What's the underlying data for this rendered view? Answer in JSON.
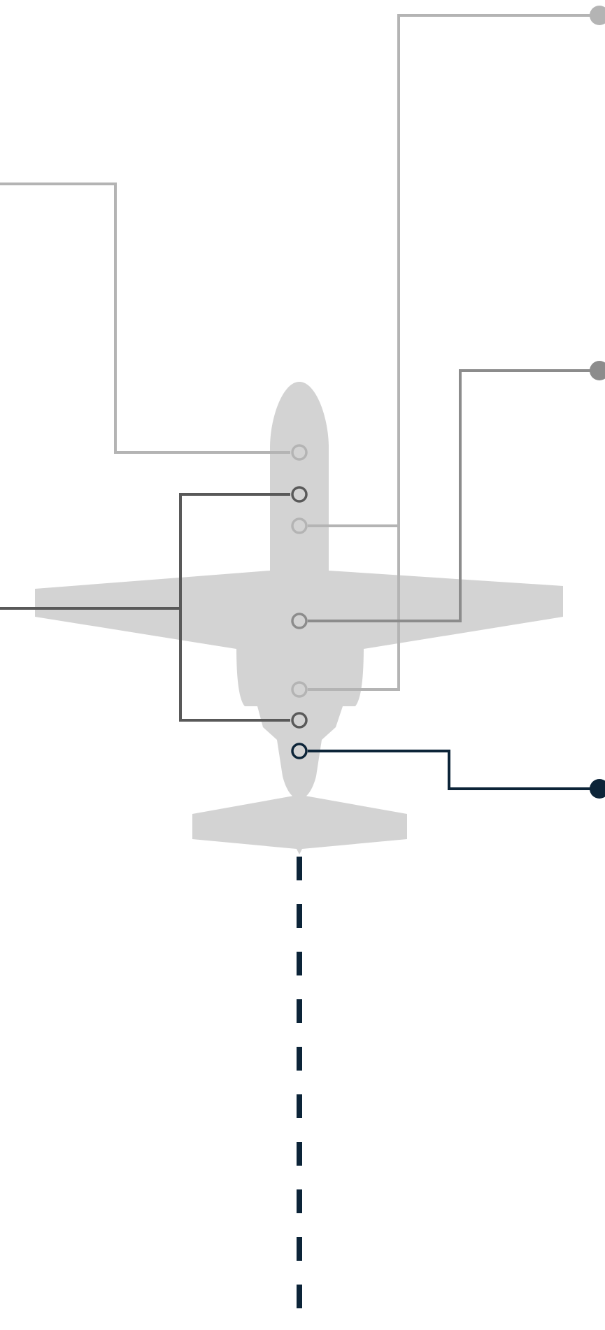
{
  "colors": {
    "background": "#ffffff",
    "aircraft_silhouette": "#d3d3d3",
    "callout_light": "#b4b4b4",
    "callout_medium": "#8c8c8c",
    "callout_dark": "#595959",
    "callout_navy": "#0c2438",
    "flight_path": "#0c2438"
  },
  "aircraft": {
    "icon": "airplane-top-view-icon"
  },
  "callouts": [
    {
      "id": "nose-section",
      "color": "callout_light",
      "side": "left"
    },
    {
      "id": "forward-fuselage",
      "color": "callout_dark",
      "side": "left"
    },
    {
      "id": "cockpit-area",
      "color": "callout_light",
      "side": "right"
    },
    {
      "id": "wing-center",
      "color": "callout_medium",
      "side": "right"
    },
    {
      "id": "aft-fuselage",
      "color": "callout_light",
      "side": "right"
    },
    {
      "id": "tail-cone",
      "color": "callout_dark",
      "side": "left"
    },
    {
      "id": "empennage",
      "color": "callout_navy",
      "side": "right"
    }
  ],
  "flight_path": {
    "style": "dashed"
  }
}
